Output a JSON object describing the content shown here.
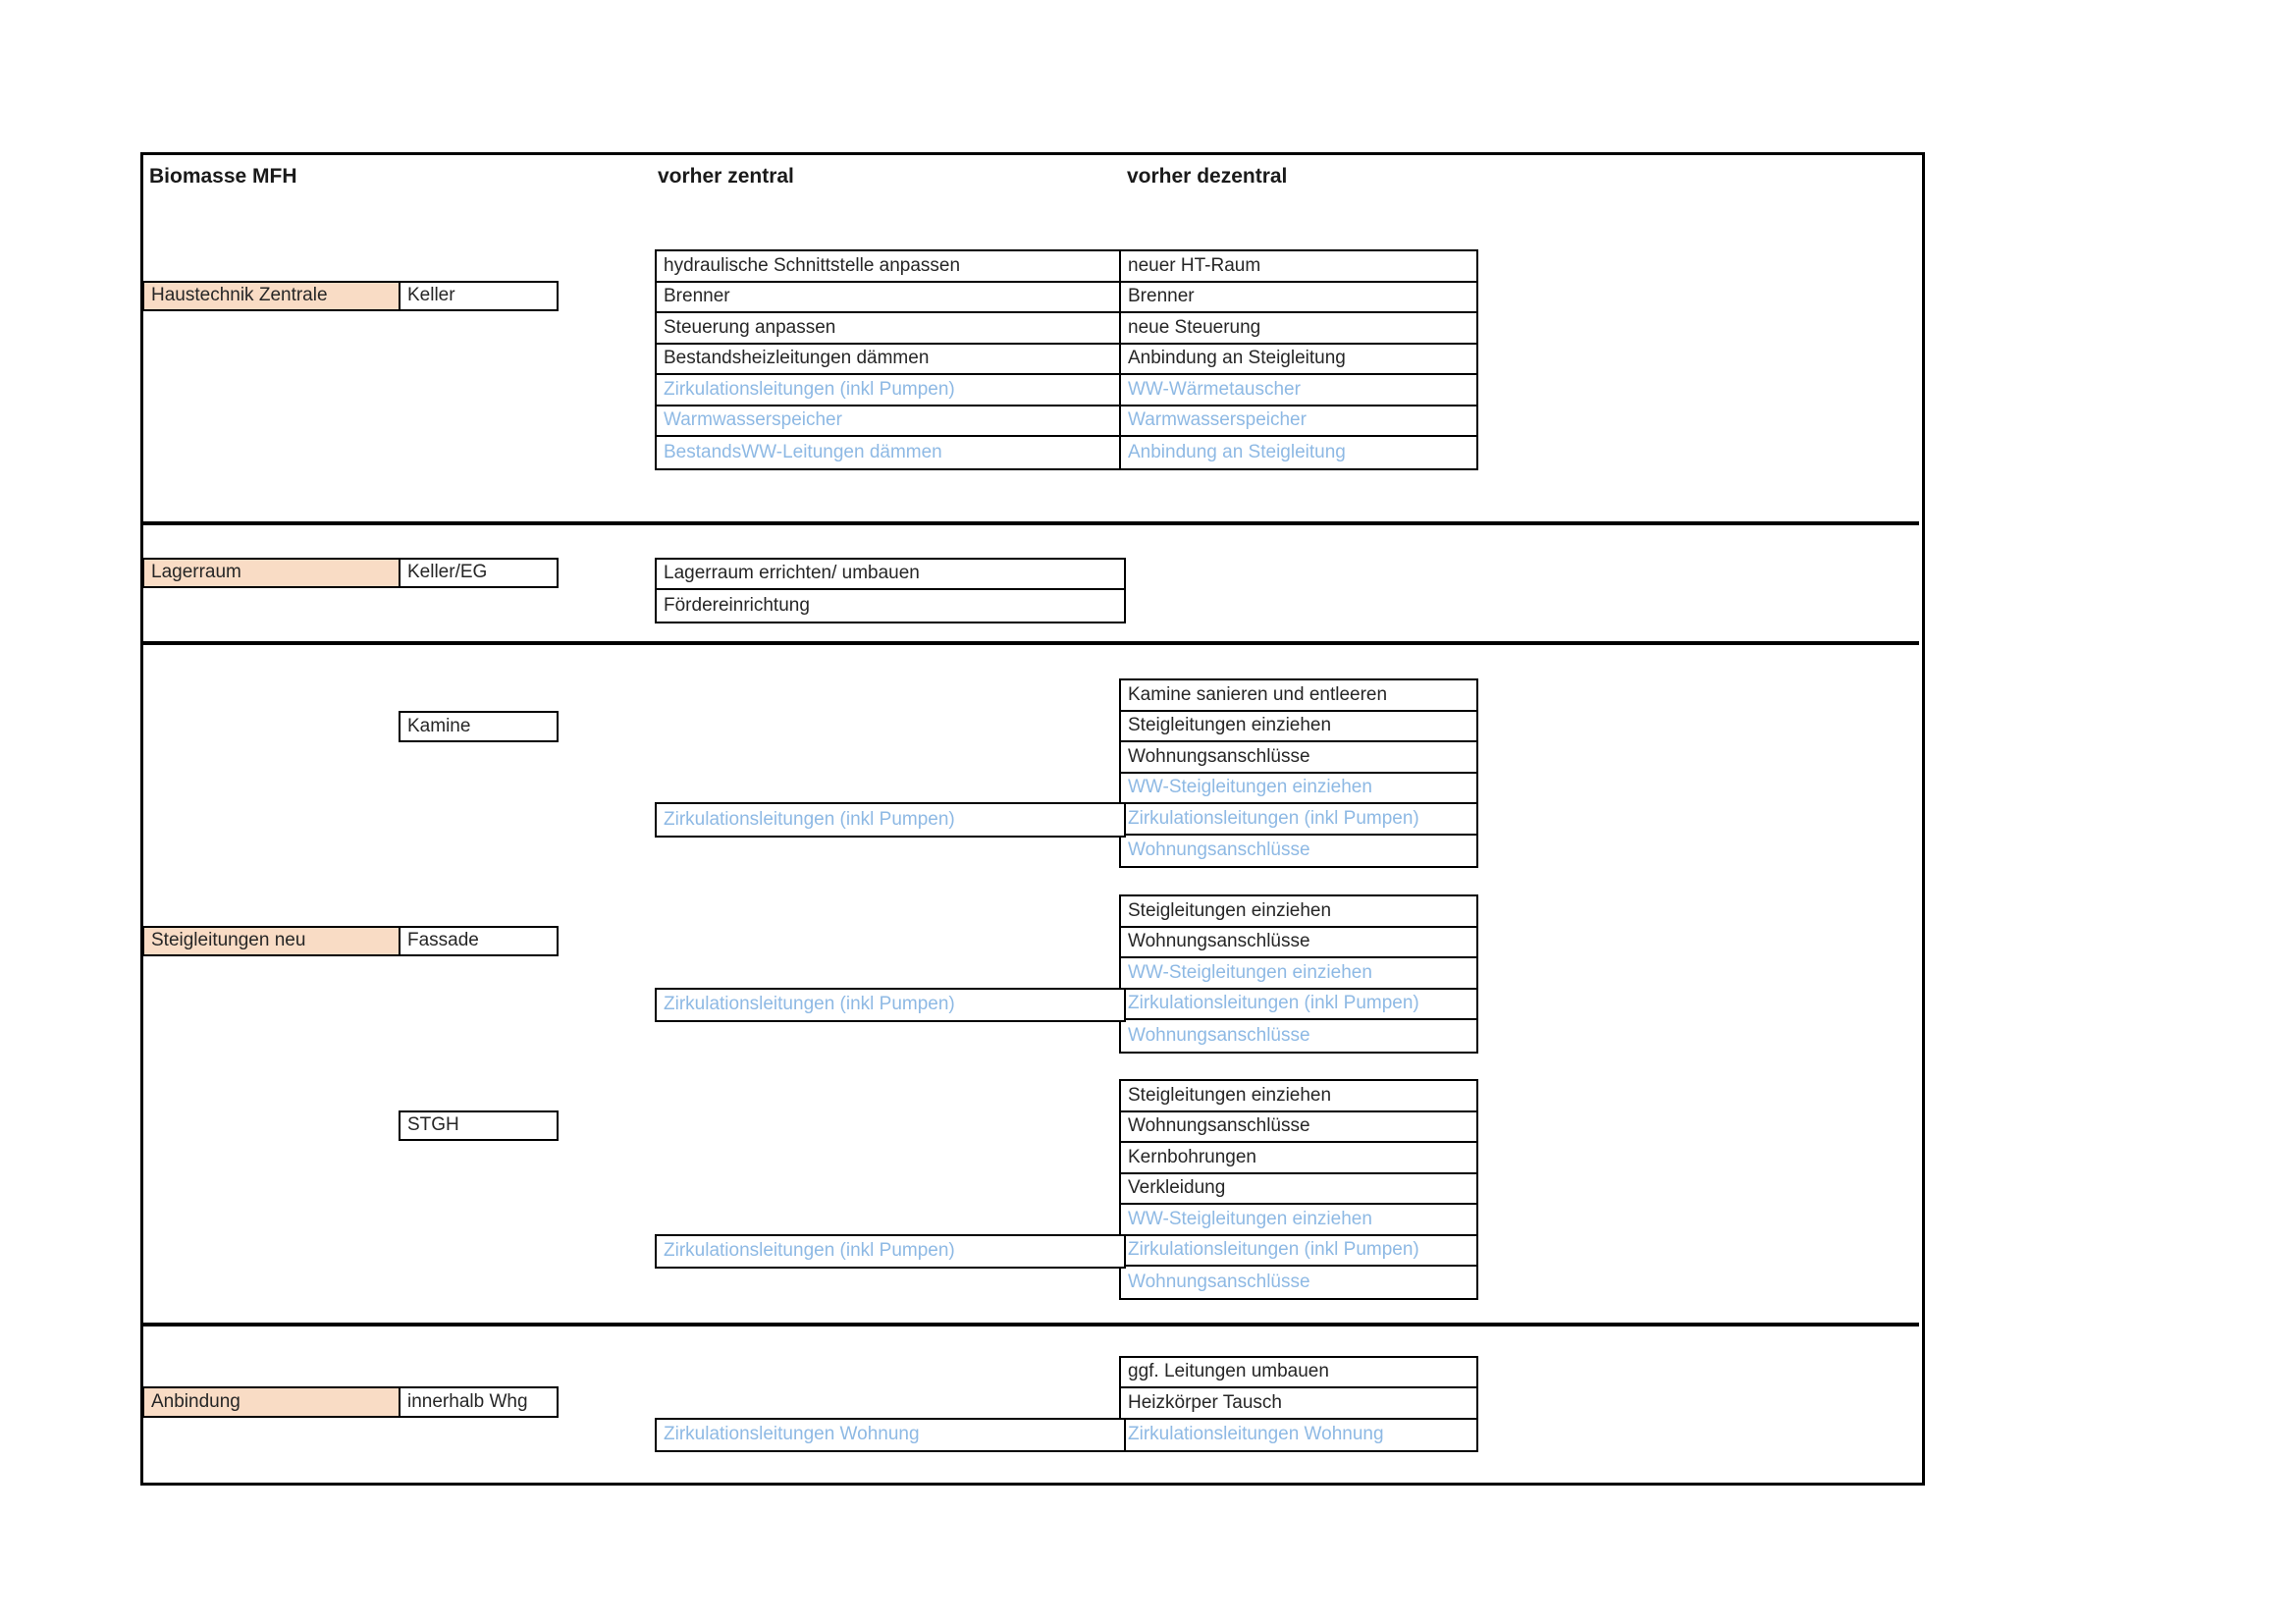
{
  "title": "Biomasse MFH",
  "headers": {
    "zentral": "vorher zentral",
    "dezentral": "vorher dezentral"
  },
  "palette": {
    "label_fill": "#F9DCC5",
    "ww_text": "#8EB9E4",
    "line": "#000000",
    "ink": "#262626"
  },
  "sections": {
    "haustechnik": {
      "label": "Haustechnik Zentrale",
      "location": "Keller",
      "zentral": [
        {
          "text": "hydraulische Schnittstelle anpassen",
          "ww": false
        },
        {
          "text": "Brenner",
          "ww": false
        },
        {
          "text": "Steuerung anpassen",
          "ww": false
        },
        {
          "text": "Bestandsheizleitungen dämmen",
          "ww": false
        },
        {
          "text": "Zirkulationsleitungen (inkl Pumpen)",
          "ww": true
        },
        {
          "text": "Warmwasserspeicher",
          "ww": true
        },
        {
          "text": "BestandsWW-Leitungen dämmen",
          "ww": true
        }
      ],
      "dezentral": [
        {
          "text": "neuer HT-Raum",
          "ww": false
        },
        {
          "text": "Brenner",
          "ww": false
        },
        {
          "text": "neue Steuerung",
          "ww": false
        },
        {
          "text": "Anbindung an Steigleitung",
          "ww": false
        },
        {
          "text": "WW-Wärmetauscher",
          "ww": true
        },
        {
          "text": "Warmwasserspeicher",
          "ww": true
        },
        {
          "text": "Anbindung an Steigleitung",
          "ww": true
        }
      ]
    },
    "lagerraum": {
      "label": "Lagerraum",
      "location": "Keller/EG",
      "zentral": [
        {
          "text": "Lagerraum errichten/ umbauen",
          "ww": false
        },
        {
          "text": "Fördereinrichtung",
          "ww": false
        }
      ]
    },
    "steigleitungen": {
      "label": "Steigleitungen neu",
      "groups": {
        "kamine": {
          "location": "Kamine",
          "zentral": [
            {
              "text": "Zirkulationsleitungen (inkl Pumpen)",
              "ww": true
            }
          ],
          "dezentral": [
            {
              "text": "Kamine sanieren und entleeren",
              "ww": false
            },
            {
              "text": "Steigleitungen einziehen",
              "ww": false
            },
            {
              "text": "Wohnungsanschlüsse",
              "ww": false
            },
            {
              "text": "WW-Steigleitungen einziehen",
              "ww": true
            },
            {
              "text": "Zirkulationsleitungen (inkl Pumpen)",
              "ww": true
            },
            {
              "text": "Wohnungsanschlüsse",
              "ww": true
            }
          ]
        },
        "fassade": {
          "location": "Fassade",
          "zentral": [
            {
              "text": "Zirkulationsleitungen (inkl Pumpen)",
              "ww": true
            }
          ],
          "dezentral": [
            {
              "text": "Steigleitungen einziehen",
              "ww": false
            },
            {
              "text": "Wohnungsanschlüsse",
              "ww": false
            },
            {
              "text": "WW-Steigleitungen einziehen",
              "ww": true
            },
            {
              "text": "Zirkulationsleitungen (inkl Pumpen)",
              "ww": true
            },
            {
              "text": "Wohnungsanschlüsse",
              "ww": true
            }
          ]
        },
        "stgh": {
          "location": "STGH",
          "zentral": [
            {
              "text": "Zirkulationsleitungen (inkl Pumpen)",
              "ww": true
            }
          ],
          "dezentral": [
            {
              "text": "Steigleitungen einziehen",
              "ww": false
            },
            {
              "text": "Wohnungsanschlüsse",
              "ww": false
            },
            {
              "text": "Kernbohrungen",
              "ww": false
            },
            {
              "text": "Verkleidung",
              "ww": false
            },
            {
              "text": "WW-Steigleitungen einziehen",
              "ww": true
            },
            {
              "text": "Zirkulationsleitungen (inkl Pumpen)",
              "ww": true
            },
            {
              "text": "Wohnungsanschlüsse",
              "ww": true
            }
          ]
        }
      }
    },
    "anbindung": {
      "label": "Anbindung",
      "location": "innerhalb Whg",
      "zentral": [
        {
          "text": "Zirkulationsleitungen Wohnung",
          "ww": true
        }
      ],
      "dezentral": [
        {
          "text": "ggf. Leitungen umbauen",
          "ww": false
        },
        {
          "text": "Heizkörper Tausch",
          "ww": false
        },
        {
          "text": "Zirkulationsleitungen Wohnung",
          "ww": true
        }
      ]
    }
  }
}
